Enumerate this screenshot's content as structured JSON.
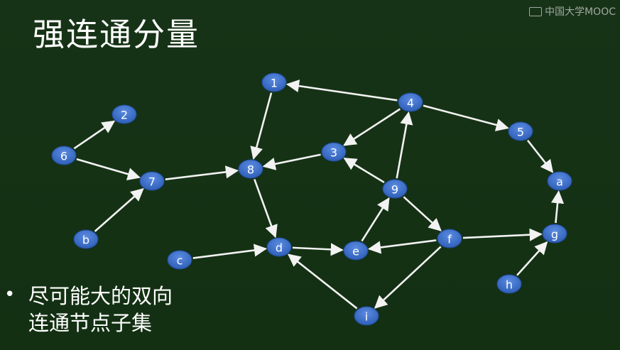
{
  "slide": {
    "title": "强连通分量",
    "watermark": "中国大学MOOC",
    "bullet": {
      "symbol": "•",
      "lines": [
        "尽可能大的双向",
        "连通节点子集"
      ]
    }
  },
  "colors": {
    "background": "#163016",
    "node_fill": "#3a6bc4",
    "edge": "#f2f2f2",
    "text": "#ffffff"
  },
  "graph": {
    "nodes": [
      "1",
      "2",
      "3",
      "4",
      "5",
      "6",
      "7",
      "8",
      "9",
      "a",
      "b",
      "c",
      "d",
      "e",
      "f",
      "g",
      "h",
      "i"
    ],
    "edges": [
      [
        "4",
        "1"
      ],
      [
        "4",
        "5"
      ],
      [
        "4",
        "3"
      ],
      [
        "1",
        "8"
      ],
      [
        "3",
        "8"
      ],
      [
        "6",
        "2"
      ],
      [
        "6",
        "7"
      ],
      [
        "b",
        "7"
      ],
      [
        "7",
        "8"
      ],
      [
        "8",
        "d"
      ],
      [
        "9",
        "4"
      ],
      [
        "9",
        "3"
      ],
      [
        "9",
        "f"
      ],
      [
        "e",
        "9"
      ],
      [
        "d",
        "e"
      ],
      [
        "f",
        "e"
      ],
      [
        "f",
        "g"
      ],
      [
        "f",
        "i"
      ],
      [
        "i",
        "d"
      ],
      [
        "c",
        "d"
      ],
      [
        "h",
        "g"
      ],
      [
        "g",
        "a"
      ],
      [
        "5",
        "a"
      ]
    ]
  }
}
